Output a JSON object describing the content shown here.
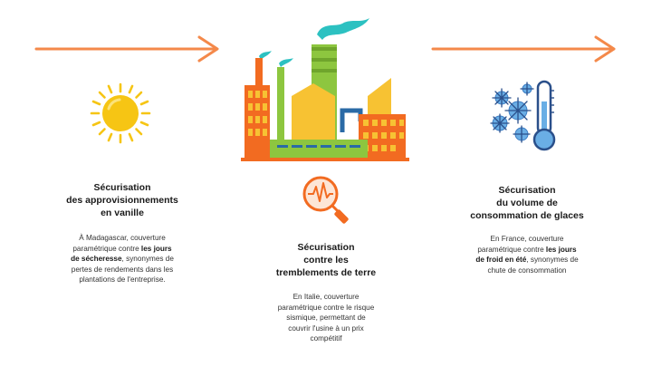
{
  "colors": {
    "arrow": "#f4894a",
    "orange": "#f26b21",
    "yellow": "#f7c233",
    "teal": "#2cc1c1",
    "green": "#8dc63f",
    "ice_blue": "#6aaee5",
    "sun": "#f6c514"
  },
  "icons": {
    "left": "sun-icon",
    "center_top": "factory-icon",
    "center_small": "seismograph-magnifier-icon",
    "right": "snowflakes-thermometer-icon"
  },
  "left": {
    "title_lines": [
      "Sécurisation",
      "des approvisionnements",
      "en vanille"
    ],
    "body_1": "À Madagascar, couverture",
    "body_2": "paramétrique contre ",
    "body_2_bold": "les jours",
    "body_3_bold": "de sécheresse",
    "body_3": ", synonymes de",
    "body_4": "pertes de rendements dans les",
    "body_5": "plantations de l'entreprise."
  },
  "center": {
    "title_lines": [
      "Sécurisation",
      "contre les",
      "tremblements de terre"
    ],
    "body_lines": [
      "En Italie, couverture",
      "paramétrique contre le risque",
      "sismique, permettant de",
      "couvrir l'usine à un prix",
      "compétitif"
    ]
  },
  "right": {
    "title_lines": [
      "Sécurisation",
      "du volume de",
      "consommation de glaces"
    ],
    "body_1": "En France, couverture",
    "body_2": "paramétrique contre ",
    "body_2_bold": "les jours",
    "body_3_bold": "de froid en été",
    "body_3": ",  synonymes de",
    "body_4": "chute de consommation"
  }
}
